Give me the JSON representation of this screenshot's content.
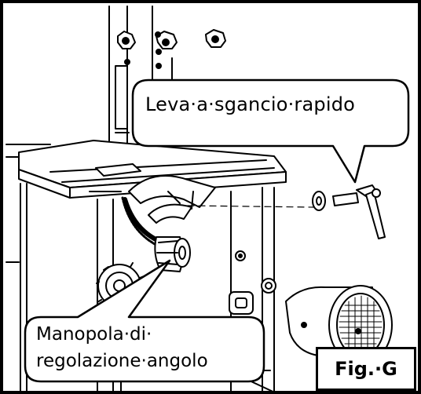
{
  "callouts": {
    "quick_release_lever": "Leva·a·sgancio·rapido",
    "angle_knob_line1": "Manopola·di·",
    "angle_knob_line2": "regolazione·angolo"
  },
  "figure_label": "Fig.·G"
}
